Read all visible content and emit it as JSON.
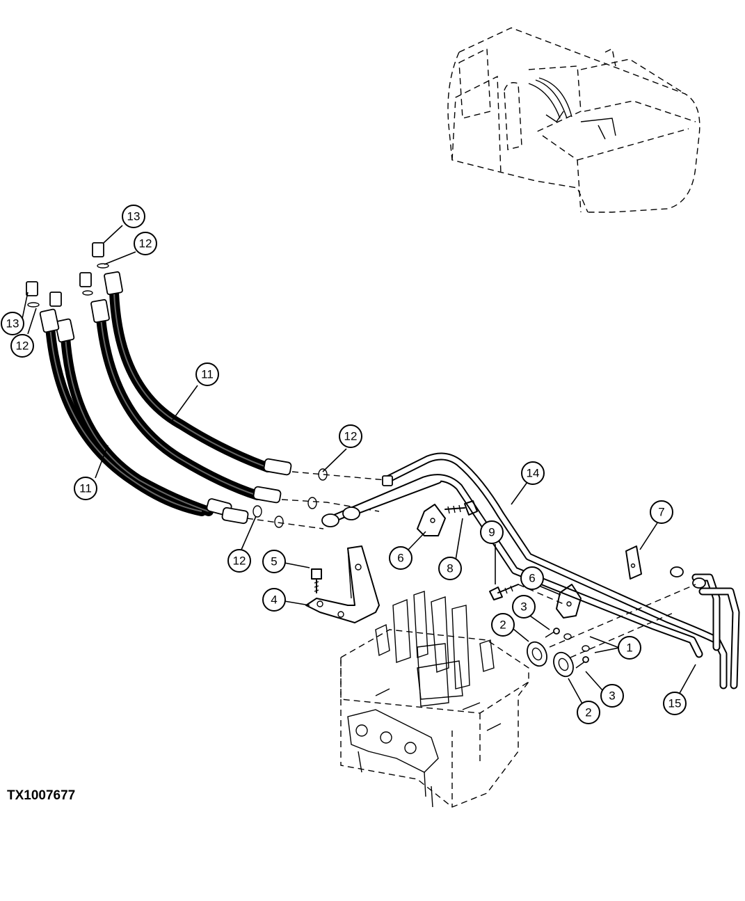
{
  "figure_id": "TX1007677",
  "callouts": [
    {
      "number": "1"
    },
    {
      "number": "2"
    },
    {
      "number": "2"
    },
    {
      "number": "3"
    },
    {
      "number": "3"
    },
    {
      "number": "4"
    },
    {
      "number": "5"
    },
    {
      "number": "6"
    },
    {
      "number": "6"
    },
    {
      "number": "7"
    },
    {
      "number": "8"
    },
    {
      "number": "9"
    },
    {
      "number": "11"
    },
    {
      "number": "11"
    },
    {
      "number": "12"
    },
    {
      "number": "12"
    },
    {
      "number": "12"
    },
    {
      "number": "12"
    },
    {
      "number": "13"
    },
    {
      "number": "13"
    },
    {
      "number": "14"
    },
    {
      "number": "15"
    }
  ]
}
